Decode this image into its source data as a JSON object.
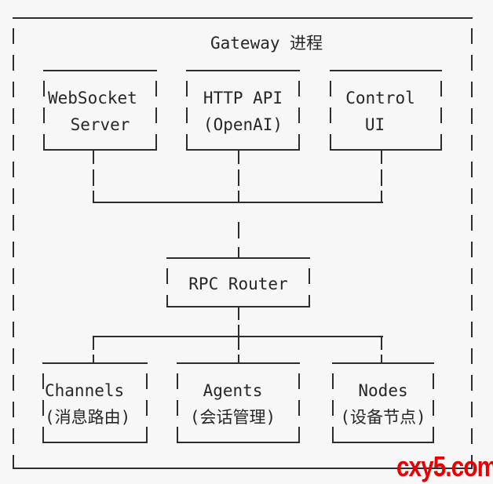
{
  "diagram": {
    "title": "Gateway 进程",
    "top_row": [
      {
        "line1": "WebSocket",
        "line2": "Server"
      },
      {
        "line1": "HTTP API",
        "line2": "(OpenAI)"
      },
      {
        "line1": "Control",
        "line2": "UI"
      }
    ],
    "router_label": "RPC Router",
    "bottom_row": [
      {
        "line1": "Channels",
        "line2": "(消息路由)"
      },
      {
        "line1": "Agents",
        "line2": "(会话管理)"
      },
      {
        "line1": "Nodes",
        "line2": "(设备节点)"
      }
    ]
  },
  "watermark": {
    "text": "cxy5.com"
  },
  "colors": {
    "background": "#f7f7f7",
    "line": "#2d2d2d",
    "text": "#262626",
    "watermark_red": "#e90000"
  }
}
